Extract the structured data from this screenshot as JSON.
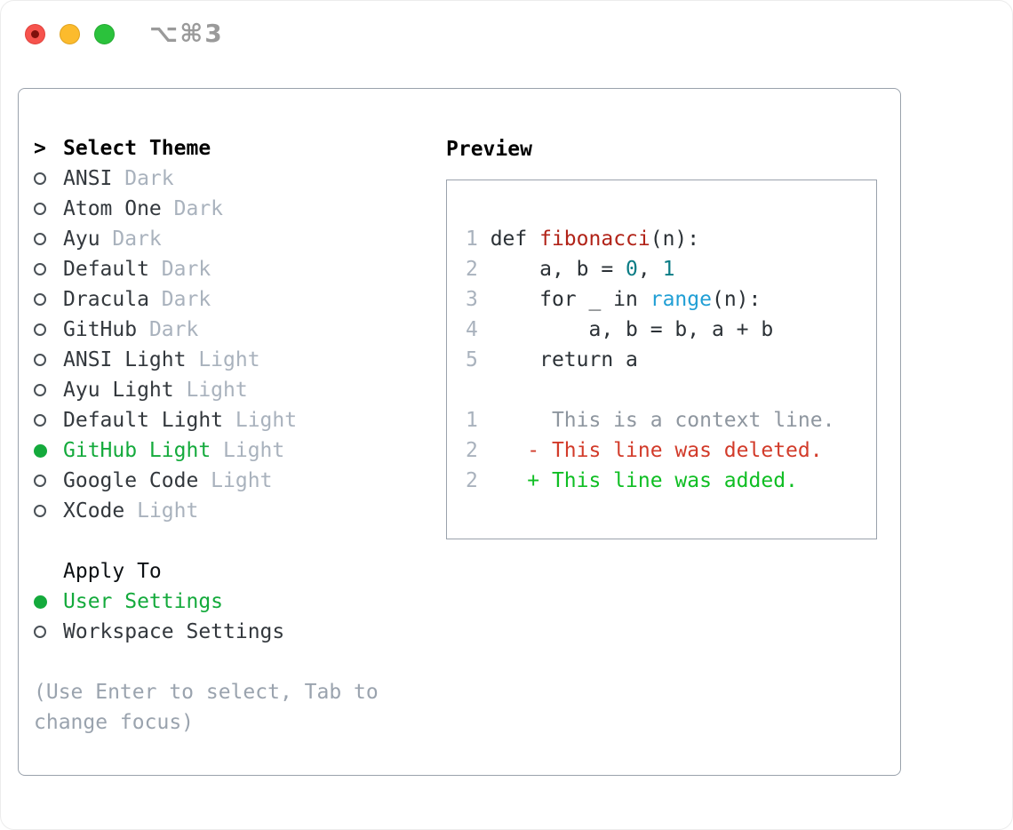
{
  "window": {
    "title": "⌥⌘3"
  },
  "titlebar": {
    "buttons": [
      "close",
      "minimize",
      "zoom"
    ]
  },
  "theme": {
    "header": {
      "prefix": ">",
      "label": "Select Theme"
    },
    "items": [
      {
        "name": "ANSI",
        "variant": "Dark",
        "selected": false
      },
      {
        "name": "Atom One",
        "variant": "Dark",
        "selected": false
      },
      {
        "name": "Ayu",
        "variant": "Dark",
        "selected": false
      },
      {
        "name": "Default",
        "variant": "Dark",
        "selected": false
      },
      {
        "name": "Dracula",
        "variant": "Dark",
        "selected": false
      },
      {
        "name": "GitHub",
        "variant": "Dark",
        "selected": false
      },
      {
        "name": "ANSI Light",
        "variant": "Light",
        "selected": false
      },
      {
        "name": "Ayu Light",
        "variant": "Light",
        "selected": false
      },
      {
        "name": "Default Light",
        "variant": "Light",
        "selected": false
      },
      {
        "name": "GitHub Light",
        "variant": "Light",
        "selected": true
      },
      {
        "name": "Google Code",
        "variant": "Light",
        "selected": false
      },
      {
        "name": "XCode",
        "variant": "Light",
        "selected": false
      }
    ],
    "apply": {
      "label": "Apply To",
      "options": [
        {
          "name": "User Settings",
          "selected": true
        },
        {
          "name": "Workspace Settings",
          "selected": false
        }
      ]
    },
    "hint": "(Use Enter to select, Tab to change focus)"
  },
  "preview": {
    "label": "Preview",
    "lines": [
      {
        "num": "1",
        "segs": [
          {
            "t": " def ",
            "c": "code"
          },
          {
            "t": "fibonacci",
            "c": "func"
          },
          {
            "t": "(n):",
            "c": "code"
          }
        ]
      },
      {
        "num": "2",
        "segs": [
          {
            "t": "     a, b = ",
            "c": "code"
          },
          {
            "t": "0",
            "c": "num"
          },
          {
            "t": ", ",
            "c": "code"
          },
          {
            "t": "1",
            "c": "num"
          }
        ]
      },
      {
        "num": "3",
        "segs": [
          {
            "t": "     for _ in ",
            "c": "code"
          },
          {
            "t": "range",
            "c": "builtin"
          },
          {
            "t": "(n):",
            "c": "code"
          }
        ]
      },
      {
        "num": "4",
        "segs": [
          {
            "t": "         a, b = b, a + b",
            "c": "code"
          }
        ]
      },
      {
        "num": "5",
        "segs": [
          {
            "t": "     return a",
            "c": "code"
          }
        ]
      },
      {
        "num": "",
        "segs": []
      },
      {
        "num": "1",
        "segs": [
          {
            "t": "      This is a context line.",
            "c": "context"
          }
        ]
      },
      {
        "num": "2",
        "segs": [
          {
            "t": "    - This line was deleted.",
            "c": "deleted"
          }
        ]
      },
      {
        "num": "2",
        "segs": [
          {
            "t": "    + This line was added.",
            "c": "added"
          }
        ]
      }
    ]
  },
  "colors": {
    "accent_green": "#14aa3c",
    "added_green": "#0fbe23",
    "deleted_red": "#d23b2a",
    "function_red": "#b12318",
    "number_teal": "#0b7c85",
    "builtin_blue": "#219fd5",
    "muted_gray": "#a9b2bd",
    "context_gray": "#8e969f",
    "border_gray": "#9aa2ac",
    "traffic_red": "#f6534d",
    "traffic_yellow": "#fcbb2d",
    "traffic_green": "#2bc23c",
    "title_gray": "#9a9a9a"
  }
}
